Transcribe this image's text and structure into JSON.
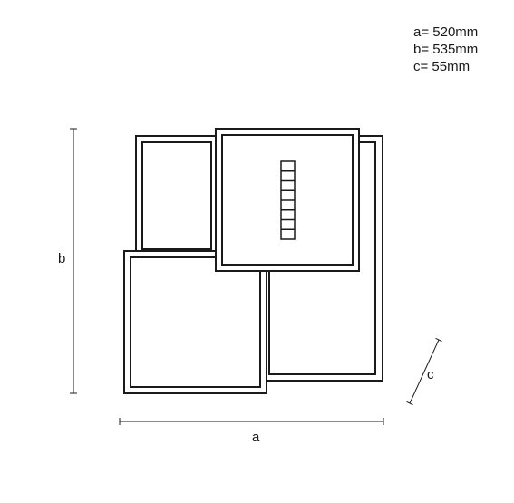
{
  "dimensions": [
    {
      "key": "a",
      "text": "a= 520mm",
      "value": 520,
      "unit": "mm"
    },
    {
      "key": "b",
      "text": "b= 535mm",
      "value": 535,
      "unit": "mm"
    },
    {
      "key": "c",
      "text": "c= 55mm",
      "value": 55,
      "unit": "mm"
    }
  ],
  "labels": {
    "a": "a",
    "b": "b",
    "c": "c"
  },
  "colors": {
    "stroke": "#1a1a1a",
    "background": "#ffffff"
  }
}
